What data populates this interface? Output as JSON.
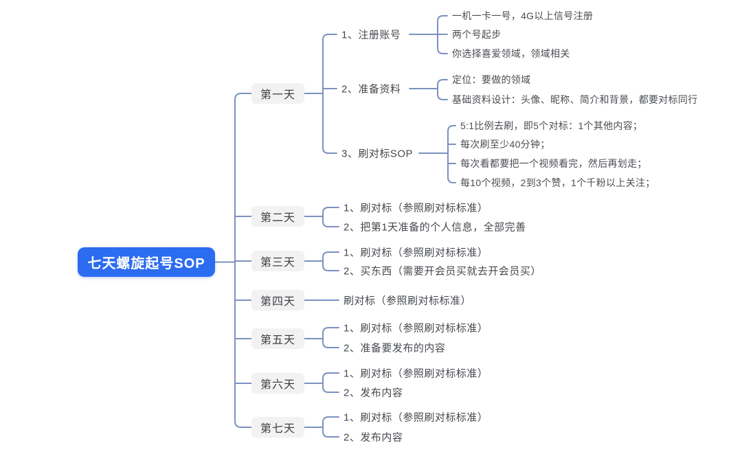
{
  "root": {
    "label": "七天螺旋起号SOP"
  },
  "days": [
    {
      "label": "第一天",
      "topics": [
        {
          "label": "1、注册账号",
          "notes": [
            "一机一卡一号，4G以上信号注册",
            "两个号起步",
            "你选择喜爱领域，领域相关"
          ]
        },
        {
          "label": "2、准备资料",
          "notes": [
            "定位：要做的领域",
            "基础资料设计：头像、昵称、简介和背景，都要对标同行"
          ]
        },
        {
          "label": "3、刷对标SOP",
          "notes": [
            "5:1比例去刷，即5个对标：1个其他内容；",
            "每次刷至少40分钟；",
            "每次看都要把一个视频看完，然后再划走；",
            "每10个视频，2到3个赞，1个千粉以上关注；"
          ]
        }
      ]
    },
    {
      "label": "第二天",
      "topics": [
        {
          "label": "1、刷对标（参照刷对标标准）"
        },
        {
          "label": "2、把第1天准备的个人信息，全部完善"
        }
      ]
    },
    {
      "label": "第三天",
      "topics": [
        {
          "label": "1、刷对标（参照刷对标标准）"
        },
        {
          "label": "2、买东西（需要开会员买就去开会员买）"
        }
      ]
    },
    {
      "label": "第四天",
      "topics": [
        {
          "label": "刷对标（参照刷对标标准）"
        }
      ]
    },
    {
      "label": "第五天",
      "topics": [
        {
          "label": "1、刷对标（参照刷对标标准）"
        },
        {
          "label": "2、准备要发布的内容"
        }
      ]
    },
    {
      "label": "第六天",
      "topics": [
        {
          "label": "1、刷对标（参照刷对标标准）"
        },
        {
          "label": "2、发布内容"
        }
      ]
    },
    {
      "label": "第七天",
      "topics": [
        {
          "label": "1、刷对标（参照刷对标标准）"
        },
        {
          "label": "2、发布内容"
        }
      ]
    }
  ],
  "colors": {
    "root_bg": "#2b6cf0",
    "root_text": "#ffffff",
    "day_bg": "#f2f2f2",
    "day_text": "#3d4045",
    "topic_text": "#45484d",
    "note_text": "#4a4d52",
    "connector": "#7a91bf"
  }
}
